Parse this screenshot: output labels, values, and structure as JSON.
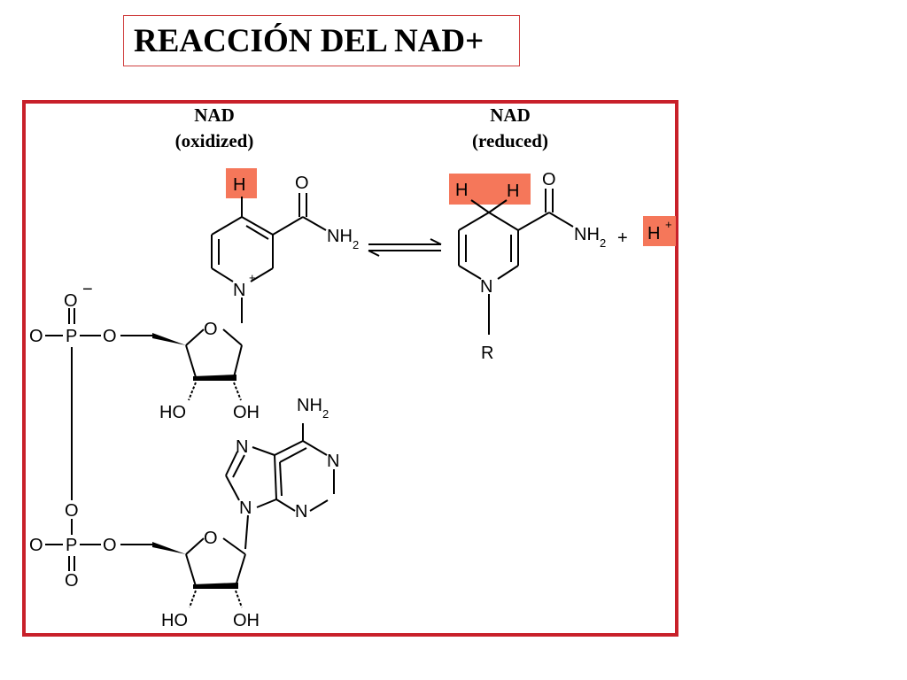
{
  "title": "REACCIÓN DEL NAD+",
  "oxidized": {
    "name": "NAD",
    "state": "(oxidized)"
  },
  "reduced": {
    "name": "NAD",
    "state": "(reduced)"
  },
  "atoms": {
    "H": "H",
    "O": "O",
    "N": "N",
    "P": "P",
    "R": "R",
    "NH": "NH",
    "sub2": "2",
    "HO": "HO",
    "OH": "OH",
    "minus": "−",
    "plus_charge": "+",
    "plus": "+"
  },
  "colors": {
    "highlight": "#f5775a",
    "border": "#c8202a",
    "title_border": "#d04040"
  }
}
